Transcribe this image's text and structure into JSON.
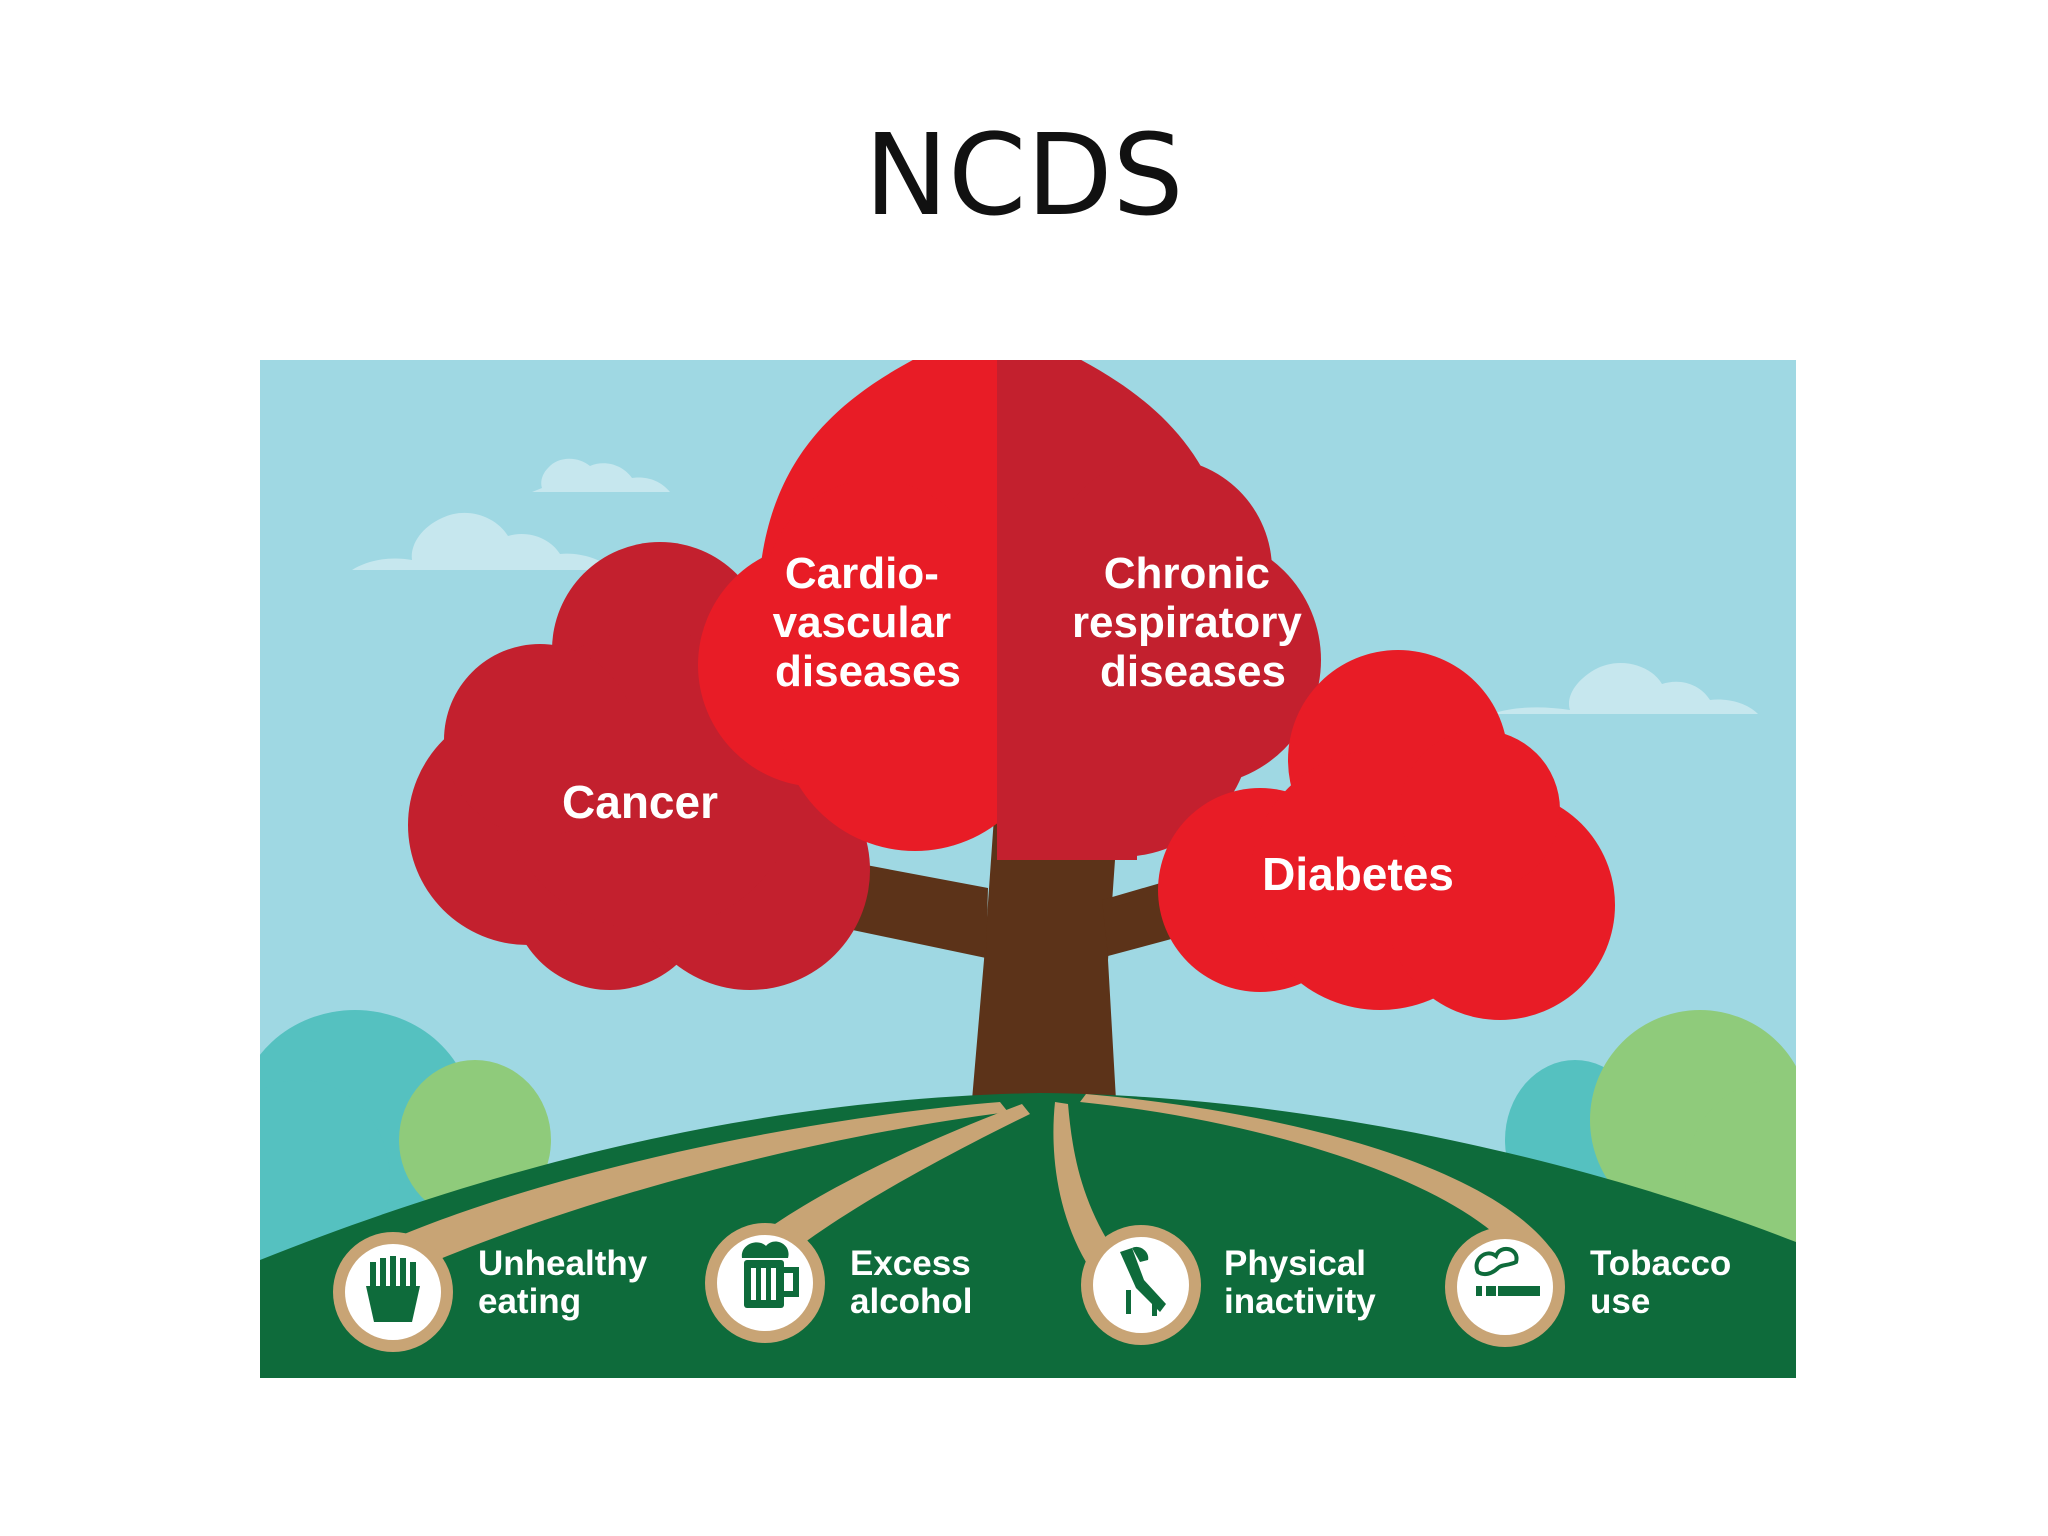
{
  "title": "NCDS",
  "diseases": {
    "cancer": "Cancer",
    "cardiovascular": [
      "Cardio-",
      "vascular",
      "diseases"
    ],
    "respiratory": [
      "Chronic",
      "respiratory",
      "diseases"
    ],
    "diabetes": "Diabetes"
  },
  "causes": [
    {
      "lines": [
        "Unhealthy",
        "eating"
      ],
      "icon": "fries-icon"
    },
    {
      "lines": [
        "Excess",
        "alcohol"
      ],
      "icon": "beer-mug-icon"
    },
    {
      "lines": [
        "Physical",
        "inactivity"
      ],
      "icon": "lounge-chair-icon"
    },
    {
      "lines": [
        "Tobacco",
        "use"
      ],
      "icon": "cigarette-icon"
    }
  ],
  "colors": {
    "sky": "#9fd8e3",
    "cloud": "#c6e7ee",
    "red_bright": "#e81c26",
    "red_dark": "#c3202e",
    "trunk": "#5c3319",
    "hill": "#0e6b3b",
    "root": "#c8a475",
    "bush_teal": "#55c1c0",
    "bush_green": "#8fcb7b"
  }
}
